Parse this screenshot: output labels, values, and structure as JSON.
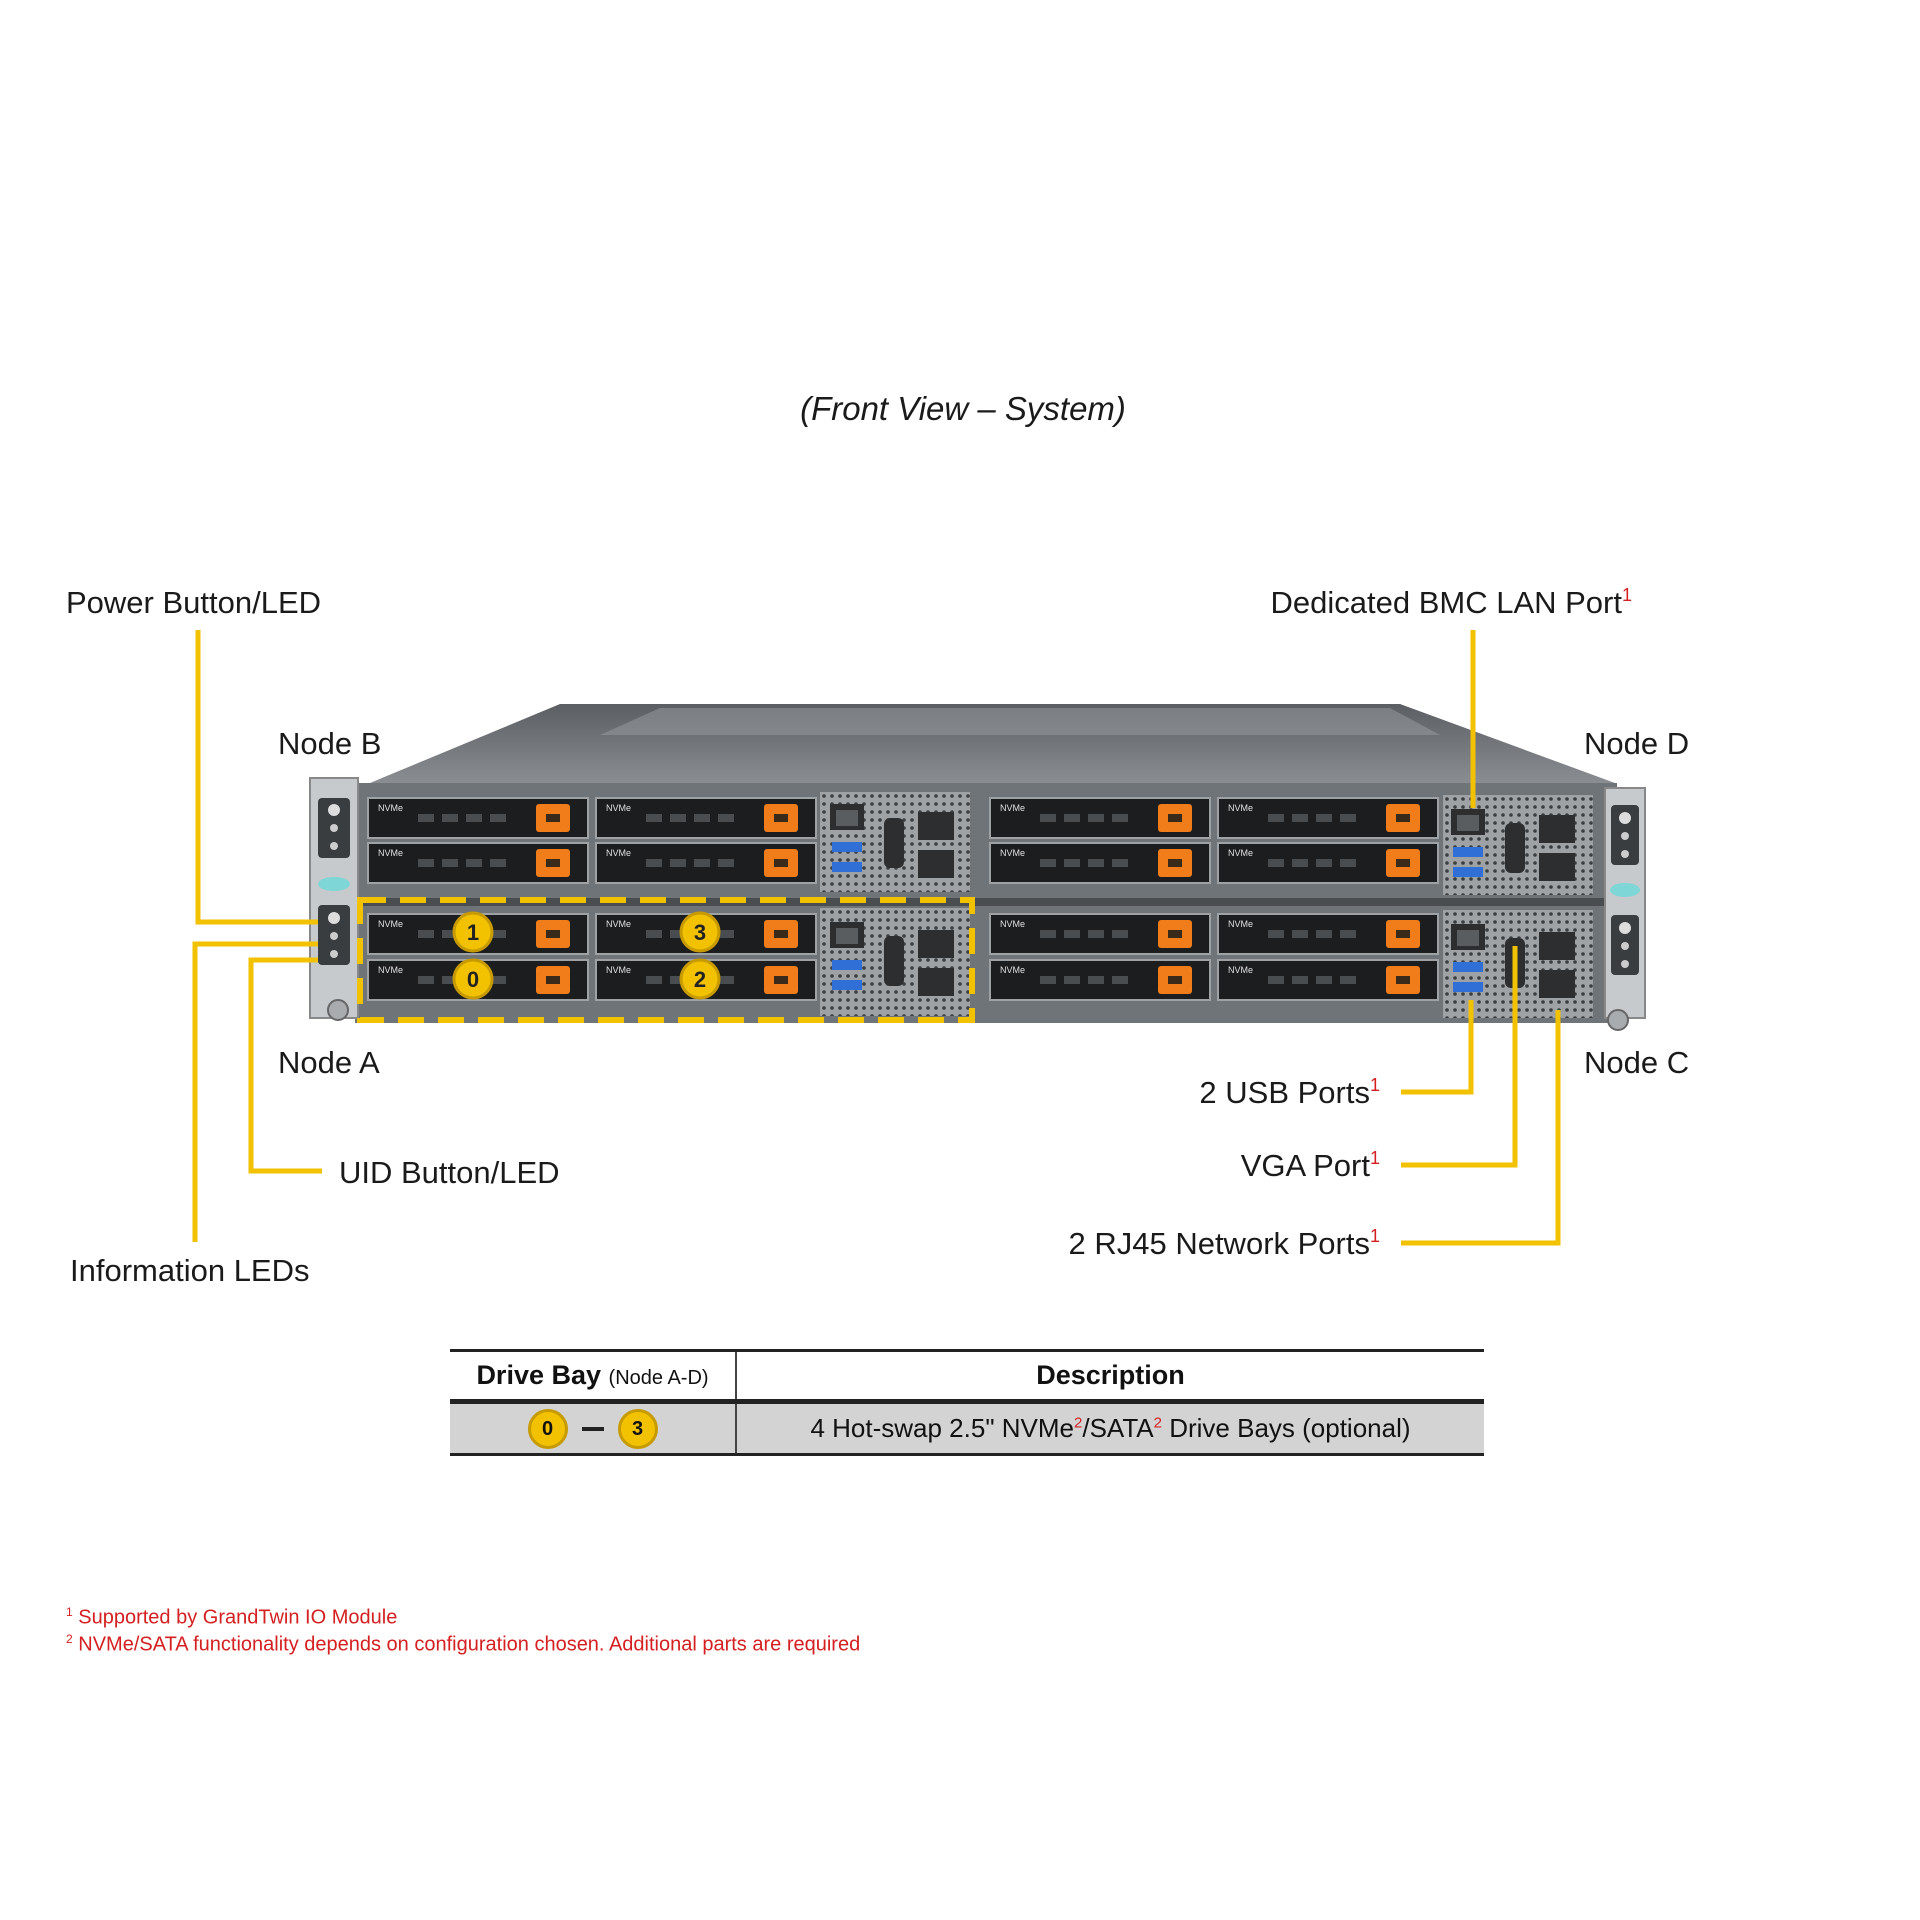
{
  "caption": "(Front View – System)",
  "labels": {
    "power_button": "Power Button/LED",
    "information_leds": "Information LEDs",
    "uid_button": "UID Button/LED",
    "node_a": "Node A",
    "node_b": "Node B",
    "node_c": "Node C",
    "node_d": "Node D",
    "bmc_lan_port": "Dedicated BMC LAN Port",
    "usb_ports": "2 USB Ports",
    "vga_port": "VGA Port",
    "rj45_ports": "2 RJ45 Network Ports",
    "footnote_mark_1": "1",
    "footnote_mark_2": "2"
  },
  "drive_tag": "NVMe",
  "drive_badges": [
    "1",
    "3",
    "0",
    "2"
  ],
  "table": {
    "header_drive_bay": "Drive Bay",
    "header_drive_bay_note": "(Node A-D)",
    "header_description": "Description",
    "row_badge_start": "0",
    "row_badge_end": "3",
    "desc_part1": "4 Hot-swap 2.5\" NVMe",
    "desc_part2": "/SATA",
    "desc_part3": " Drive Bays (optional)"
  },
  "footnotes": [
    {
      "mark": "1",
      "text": "Supported by GrandTwin IO Module"
    },
    {
      "mark": "2",
      "text": "NVMe/SATA functionality depends on configuration chosen. Additional parts are required"
    }
  ],
  "colors": {
    "leader": "#f2c200",
    "footnote_red": "#d42020",
    "drive_orange": "#f07d1a",
    "usb_blue": "#2f6fd6",
    "chassis_grey": "#6f7478"
  }
}
